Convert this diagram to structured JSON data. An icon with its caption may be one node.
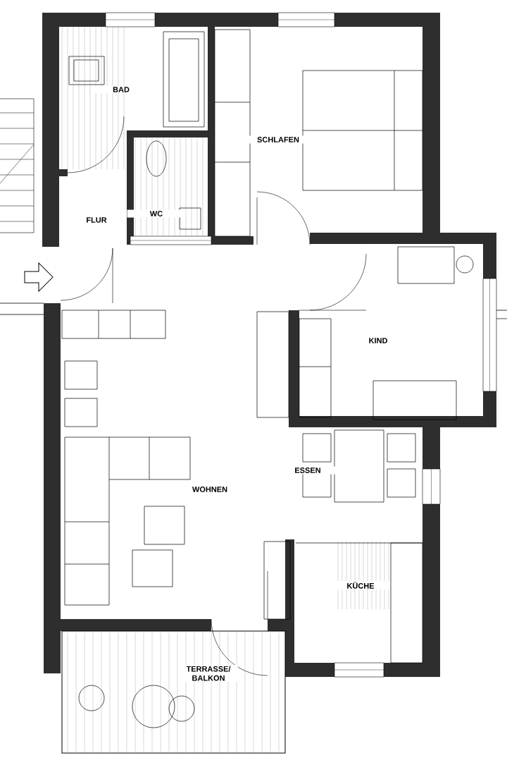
{
  "diagram": {
    "labels": [
      "BAD",
      "SCHLAFEN",
      "WC",
      "FLUR",
      "KIND",
      "ESSEN",
      "WOHNEN",
      "KÜCHE",
      "TERRASSE/ BALKON"
    ]
  }
}
